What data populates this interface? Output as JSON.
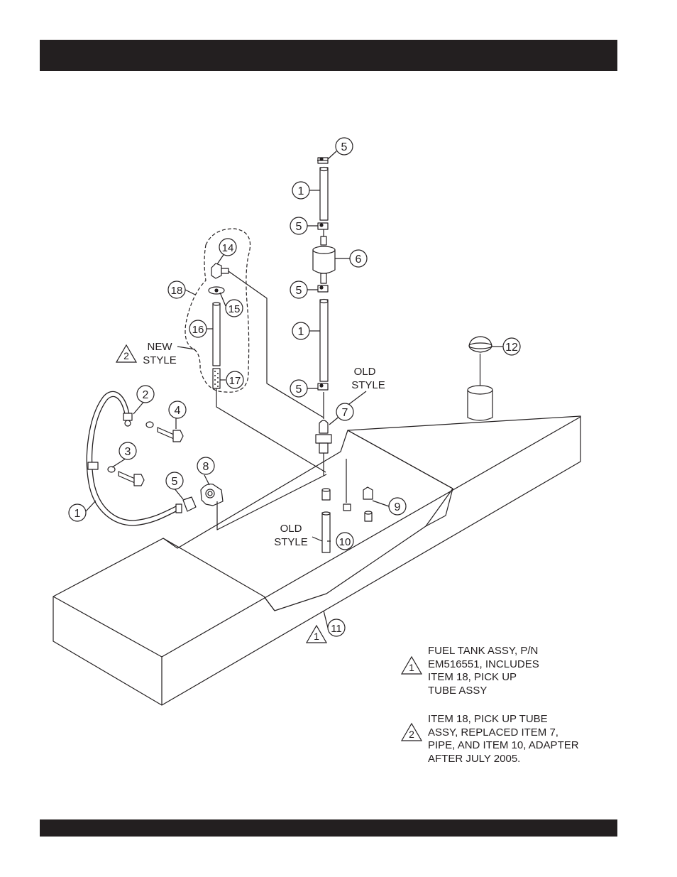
{
  "header_bar": {
    "color": "#231f20"
  },
  "footer_bar": {
    "color": "#231f20"
  },
  "callouts": {
    "c1a": "1",
    "c1b": "1",
    "c1c": "1",
    "c2": "2",
    "c3": "3",
    "c4": "4",
    "c5a": "5",
    "c5b": "5",
    "c5c": "5",
    "c5d": "5",
    "c5e": "5",
    "c6": "6",
    "c7": "7",
    "c8": "8",
    "c9": "9",
    "c10": "10",
    "c11": "11",
    "c12": "12",
    "c14": "14",
    "c15": "15",
    "c16": "16",
    "c17": "17",
    "c18": "18"
  },
  "labels": {
    "new_style_1": "NEW",
    "new_style_2": "STYLE",
    "old_style_top_1": "OLD",
    "old_style_top_2": "STYLE",
    "old_style_bottom_1": "OLD",
    "old_style_bottom_2": "STYLE"
  },
  "triangles": {
    "t1_tank": "1",
    "t2_new": "2",
    "t1_note": "1",
    "t2_note": "2"
  },
  "notes": {
    "note1": "FUEL TANK ASSY, P/N\nEM516551, INCLUDES\nITEM 18, PICK UP\nTUBE ASSY",
    "note2": "ITEM 18, PICK UP TUBE\nASSY, REPLACED ITEM 7,\nPIPE, AND ITEM 10, ADAPTER\nAFTER JULY 2005."
  }
}
